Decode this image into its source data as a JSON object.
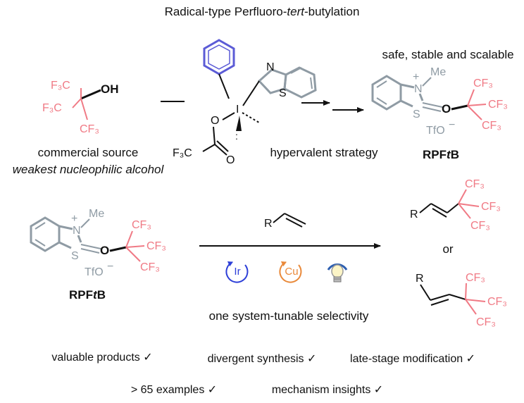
{
  "title": {
    "prefix": "Radical-type Perfluoro-",
    "italic": "tert",
    "suffix": "-butylation"
  },
  "top_row": {
    "alcohol": {
      "cf3_a": "F₃C",
      "cf3_b": "F₃C",
      "cf3_c": "CF₃",
      "oh": "OH"
    },
    "source_label": "commercial source",
    "source_sublabel": "weakest nucleophilic alcohol",
    "iodane": {
      "n_atom": "N",
      "s_atom": "S",
      "i_atom": "I",
      "o_atom": "O",
      "o_carbonyl": "O",
      "cf3": "F₃C"
    },
    "strategy_label": "hypervalent strategy",
    "reagent_tagline": "safe, stable and scalable",
    "reagent_name_pre": "RPF",
    "reagent_name_it": "t",
    "reagent_name_post": "B"
  },
  "reagent_labels": {
    "plus": "+",
    "n_atom": "N",
    "methyl": "Me",
    "s_atom": "S",
    "o_atom": "O",
    "counterion": "TfO",
    "minus": "−",
    "cf3": "CF₃"
  },
  "bottom_row": {
    "alkene_r": "R",
    "catalyst_1": "Ir",
    "catalyst_2": "Cu",
    "selectivity_label": "one system-tunable selectivity",
    "product_r": "R",
    "or_label": "or",
    "cf3": "CF₃"
  },
  "features": [
    "valuable products ✓",
    "divergent synthesis ✓",
    "late-stage modification ✓",
    "> 65 examples ✓",
    "mechanism insights ✓"
  ],
  "colors": {
    "fluoro": "#f07a85",
    "reagent": "#8f9ba4",
    "phenyl": "#5b5bd6",
    "ir_catalyst": "#2d3fd8",
    "cu_catalyst": "#e9893a",
    "light": "#2d5fb0"
  }
}
